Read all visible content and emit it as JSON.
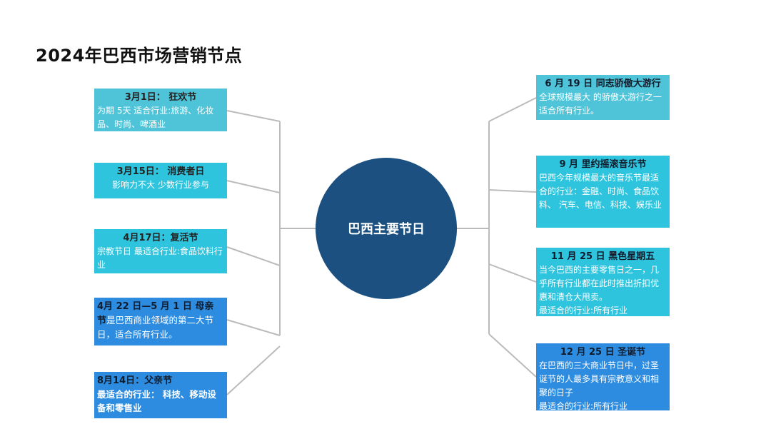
{
  "title": "2024年巴西市场营销节点",
  "center": {
    "label": "巴西主要节日",
    "color": "#1b5080"
  },
  "colors": {
    "connector": "#bbbbbb",
    "teal": "#4fc4d8",
    "cyan": "#2ec4de",
    "mid_blue": "#3ba0de",
    "blue": "#2d8ce0"
  },
  "left": [
    {
      "title": "3月1日： 狂欢节",
      "desc": "为期 5天 适合行业:旅游、化妆品、时尚、啤酒业"
    },
    {
      "title": "3月15日： 消费者日",
      "desc": "影响力不大 少数行业参与"
    },
    {
      "title": "4月17日：复活节",
      "desc": "宗教节日 最适合行业:食品饮料行业"
    },
    {
      "title": "4月 22 日—5 月 1 日 母亲",
      "title_tail": "节",
      "desc": "是巴西商业领域的第二大节日，适合所有行业。"
    },
    {
      "title": "8月14日：父亲节",
      "desc": "最适合的行业： 科技、移动设备和零售业"
    }
  ],
  "right": [
    {
      "title": "6 月 19 日 同志骄傲大游行",
      "desc": "全球规模最大 的骄傲大游行之一适合所有行业。"
    },
    {
      "title": "9 月 里约摇滚音乐节",
      "desc": "巴西今年规模最大的音乐节最适合的行业：金融、时尚、食品饮料、 汽车、电信、科技、娱乐业"
    },
    {
      "title": "11 月 25 日 黑色星期五",
      "desc": "当今巴西的主要零售日之一，几乎所有行业都在此时推出折扣优惠和清仓大甩卖。",
      "desc2": "最适合的行业:所有行业"
    },
    {
      "title": "12 月 25 日 圣诞节",
      "desc": "在巴西的三大商业节日中，过圣诞节的人最多具有宗教意义和相聚的日子",
      "desc2": "最适合的行业:所有行业"
    }
  ]
}
